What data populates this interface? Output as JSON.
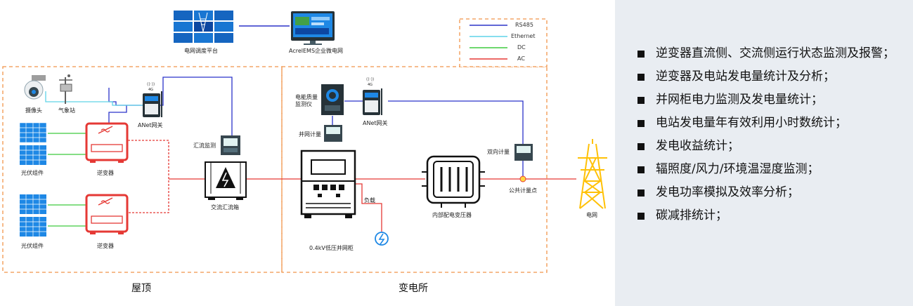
{
  "legend": [
    {
      "label": "RS485",
      "color": "#2b33c9"
    },
    {
      "label": "Ethernet",
      "color": "#5fd3e8"
    },
    {
      "label": "DC",
      "color": "#3ecb3e"
    },
    {
      "label": "AC",
      "color": "#e53935"
    }
  ],
  "nodes": {
    "grid_dispatch": "电网调度平台",
    "acrel_ems": "AcrelEMS企业微电网",
    "camera": "摄像头",
    "weather": "气象站",
    "anet_roof": "ANet网关",
    "pv_top": "光伏组件",
    "pv_bottom": "光伏组件",
    "inverter_top": "逆变器",
    "inverter_bottom": "逆变器",
    "combiner_monitor": "汇流监测",
    "ac_combiner": "交流汇流箱",
    "power_quality": "电能质量\n监测仪",
    "anet_sub": "ANet网关",
    "grid_meter": "并网计量",
    "cabinet": "0.4kV低压并网柜",
    "load": "负载",
    "transformer": "内部配电变压器",
    "bidirectional_meter": "双向计量",
    "public_point": "公共计量点",
    "grid": "电网",
    "anet_4g_roof": "4G",
    "anet_4g_sub": "4G"
  },
  "regions": {
    "rooftop": "屋顶",
    "substation": "变电所"
  },
  "features": [
    "逆变器直流侧、交流侧运行状态监测及报警；",
    "逆变器及电站发电量统计及分析；",
    "并网柜电力监测及发电量统计；",
    "电站发电量年有效利用小时数统计；",
    "发电收益统计；",
    "辐照度/风力/环境温湿度监测；",
    "发电功率模拟及效率分析；",
    "碳减排统计；"
  ],
  "colors": {
    "rs485": "#2b33c9",
    "ethernet": "#5fd3e8",
    "dc": "#3ecb3e",
    "ac": "#e53935",
    "region_border": "#f0944a",
    "accent_blue": "#1e88e5"
  }
}
